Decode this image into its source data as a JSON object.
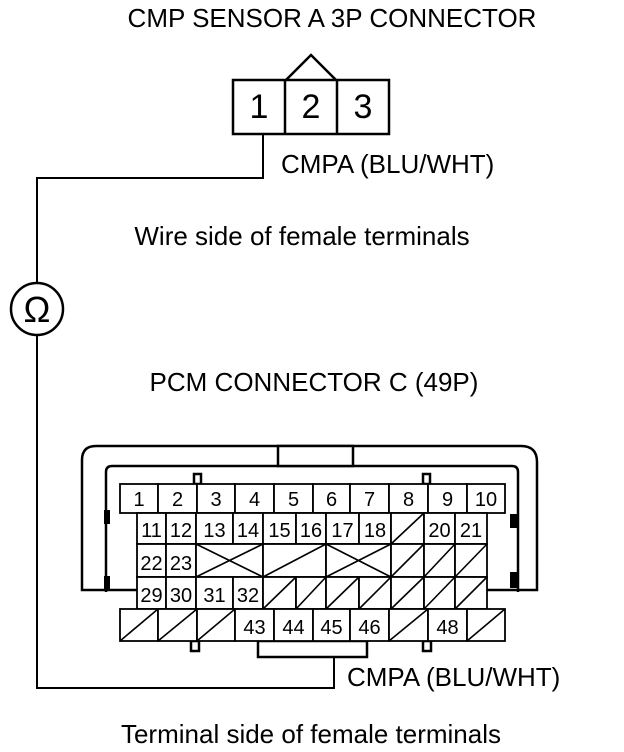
{
  "sensor_connector": {
    "title": "CMP SENSOR A 3P CONNECTOR",
    "pins": [
      "1",
      "2",
      "3"
    ],
    "wire_label": "CMPA (BLU/WHT)",
    "view_note": "Wire side of female terminals"
  },
  "meter": {
    "symbol": "Ω",
    "icon": "ohmmeter-icon"
  },
  "pcm_connector": {
    "title": "PCM CONNECTOR C (49P)",
    "wire_label": "CMPA (BLU/WHT)",
    "view_note": "Terminal side of female terminals",
    "rows": [
      [
        "1",
        "2",
        "3",
        "4",
        "5",
        "6",
        "7",
        "8",
        "9",
        "10"
      ],
      [
        "11",
        "12",
        "13",
        "14",
        "15",
        "16",
        "17",
        "18",
        "",
        "20",
        "21"
      ],
      [
        "22",
        "23",
        "",
        "",
        "",
        "",
        "",
        "",
        "",
        "",
        ""
      ],
      [
        "29",
        "30",
        "31",
        "32",
        "",
        "",
        "",
        "",
        "",
        "",
        ""
      ],
      [
        "",
        "",
        "",
        "43",
        "44",
        "45",
        "46",
        "",
        "48",
        ""
      ]
    ]
  }
}
